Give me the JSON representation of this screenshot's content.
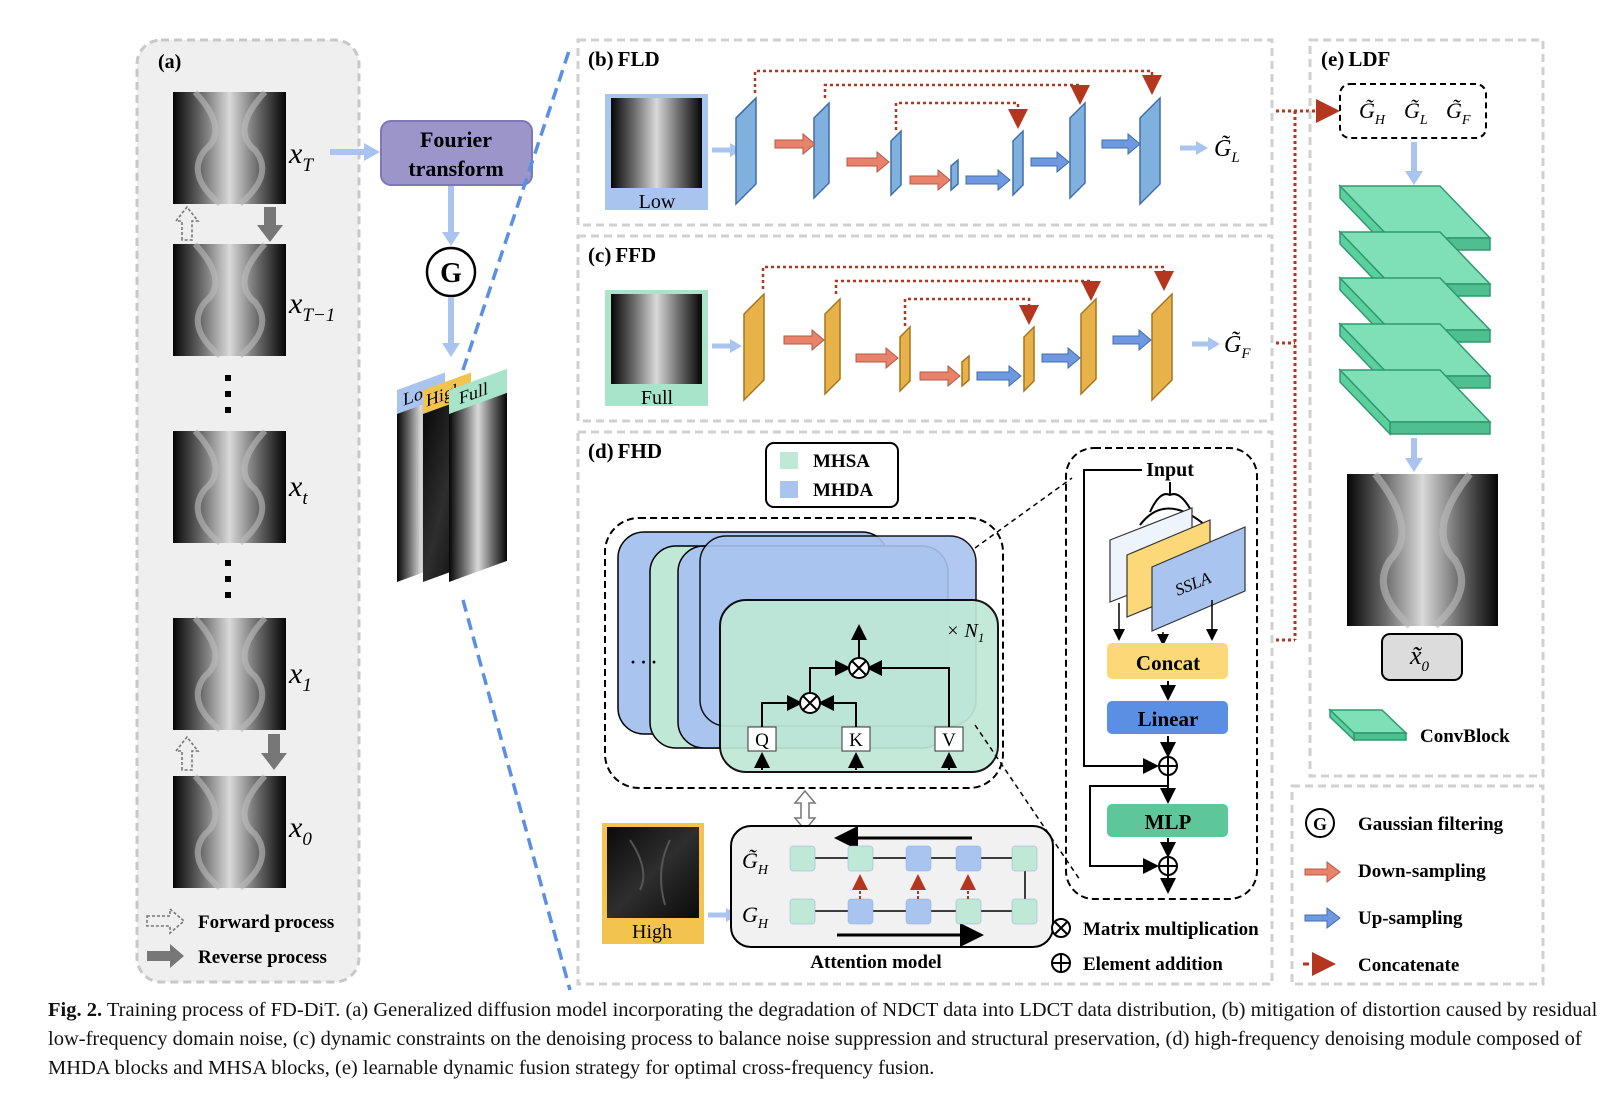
{
  "panels": {
    "a": {
      "label": "(a)"
    },
    "b": {
      "label": "(b)",
      "name": "FLD",
      "input_label": "Low",
      "output": "G̃",
      "output_sub": "L"
    },
    "c": {
      "label": "(c)",
      "name": "FFD",
      "input_label": "Full",
      "output": "G̃",
      "output_sub": "F"
    },
    "d": {
      "label": "(d)",
      "name": "FHD"
    },
    "e": {
      "label": "(e)",
      "name": "LDF"
    }
  },
  "diffusion": {
    "steps": [
      {
        "var": "x",
        "sub": "T"
      },
      {
        "var": "x",
        "sub": "T−1"
      },
      {
        "var": "x",
        "sub": "t"
      },
      {
        "var": "x",
        "sub": "1"
      },
      {
        "var": "x",
        "sub": "0"
      }
    ],
    "legend_forward": "Forward process",
    "legend_reverse": "Reverse process"
  },
  "fourier": {
    "line1": "Fourier",
    "line2": "transform",
    "gaussian_symbol": "G"
  },
  "bands": {
    "low": "Low",
    "high": "High",
    "full": "Full"
  },
  "fhd": {
    "legend_mhsa": "MHSA",
    "legend_mhda": "MHDA",
    "stack_label": "× N",
    "stack_sub": "1",
    "q": "Q",
    "k": "K",
    "v": "V",
    "high_label": "High",
    "gh_tilde": "G̃",
    "gh": "G",
    "gh_sub": "H",
    "attention_label": "Attention model",
    "block": {
      "input": "Input",
      "ssla": "SSLA",
      "concat": "Concat",
      "linear": "Linear",
      "mlp": "MLP"
    }
  },
  "ops": {
    "matmul": "Matrix multiplication",
    "add": "Element addition"
  },
  "ldf": {
    "in_g": "G̃",
    "subs": [
      "H",
      "L",
      "F"
    ],
    "out_var": "x̃",
    "out_sub": "0",
    "convblock": "ConvBlock"
  },
  "legend": {
    "gaussian": "Gaussian filtering",
    "down": "Down-sampling",
    "up": "Up-sampling",
    "concat": "Concatenate"
  },
  "caption": {
    "lead": "Fig. 2.",
    "text": "Training process of FD-DiT. (a) Generalized diffusion model incorporating the degradation of NDCT data into LDCT data distribution, (b) mitigation of distortion caused by residual low-frequency domain noise, (c) dynamic constraints on the denoising process to balance noise suppression and structural preservation, (d) high-frequency denoising module composed of MHDA blocks and MHSA blocks, (e) learnable dynamic fusion strategy for optimal cross-frequency fusion."
  },
  "colors": {
    "blue_layer": "#7fb0de",
    "orange_layer": "#e8b24a",
    "down_arrow": "#e8826a",
    "up_arrow": "#6f98e0",
    "concat_dots": "#b5361e",
    "mhsa": "#bfe8d6",
    "mhda": "#a9c4ef",
    "convblock": "#5ccf9f",
    "concat_box": "#fcd879",
    "linear_box": "#5b8fe3",
    "mlp_box": "#5ec79a"
  }
}
